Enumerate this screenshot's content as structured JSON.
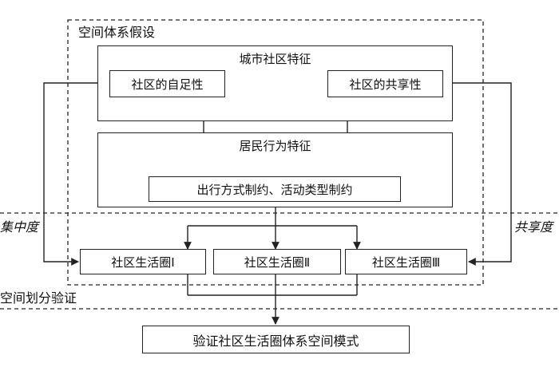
{
  "spatial_hypothesis_label": "空间体系假设",
  "urban_community_features": "城市社区特征",
  "community_self_sufficiency": "社区的自足性",
  "community_sharing": "社区的共享性",
  "resident_behavior_features": "居民行为特征",
  "travel_activity_constraints": "出行方式制约、活动类型制约",
  "concentration_label": "集中度",
  "sharing_degree_label": "共享度",
  "life_circle_1": "社区生活圈Ⅰ",
  "life_circle_2": "社区生活圈Ⅱ",
  "life_circle_3": "社区生活圈Ⅲ",
  "spatial_division_label": "空间划分验证",
  "verify_mode": "验证社区生活圈体系空间模式"
}
